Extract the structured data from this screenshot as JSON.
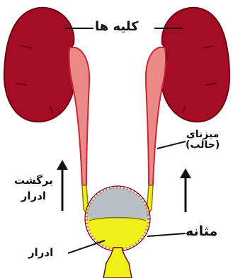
{
  "labels": {
    "kidneys": "کلیه ها",
    "ureter_line1": "میزنای",
    "ureter_line2": "(حالب)",
    "reflux_line1": "برگشت",
    "reflux_line2": "ادرار",
    "bladder": "مثانه",
    "urine": "ادرار"
  },
  "colors": {
    "kidney": "#a50d24",
    "kidney_edge": "#6e0514",
    "ureter_pink": "#ea8a86",
    "ureter_red": "#c9263a",
    "urine": "#eef01c",
    "bladder_air": "#b8c0c6",
    "bladder_wall": "#d48080"
  }
}
